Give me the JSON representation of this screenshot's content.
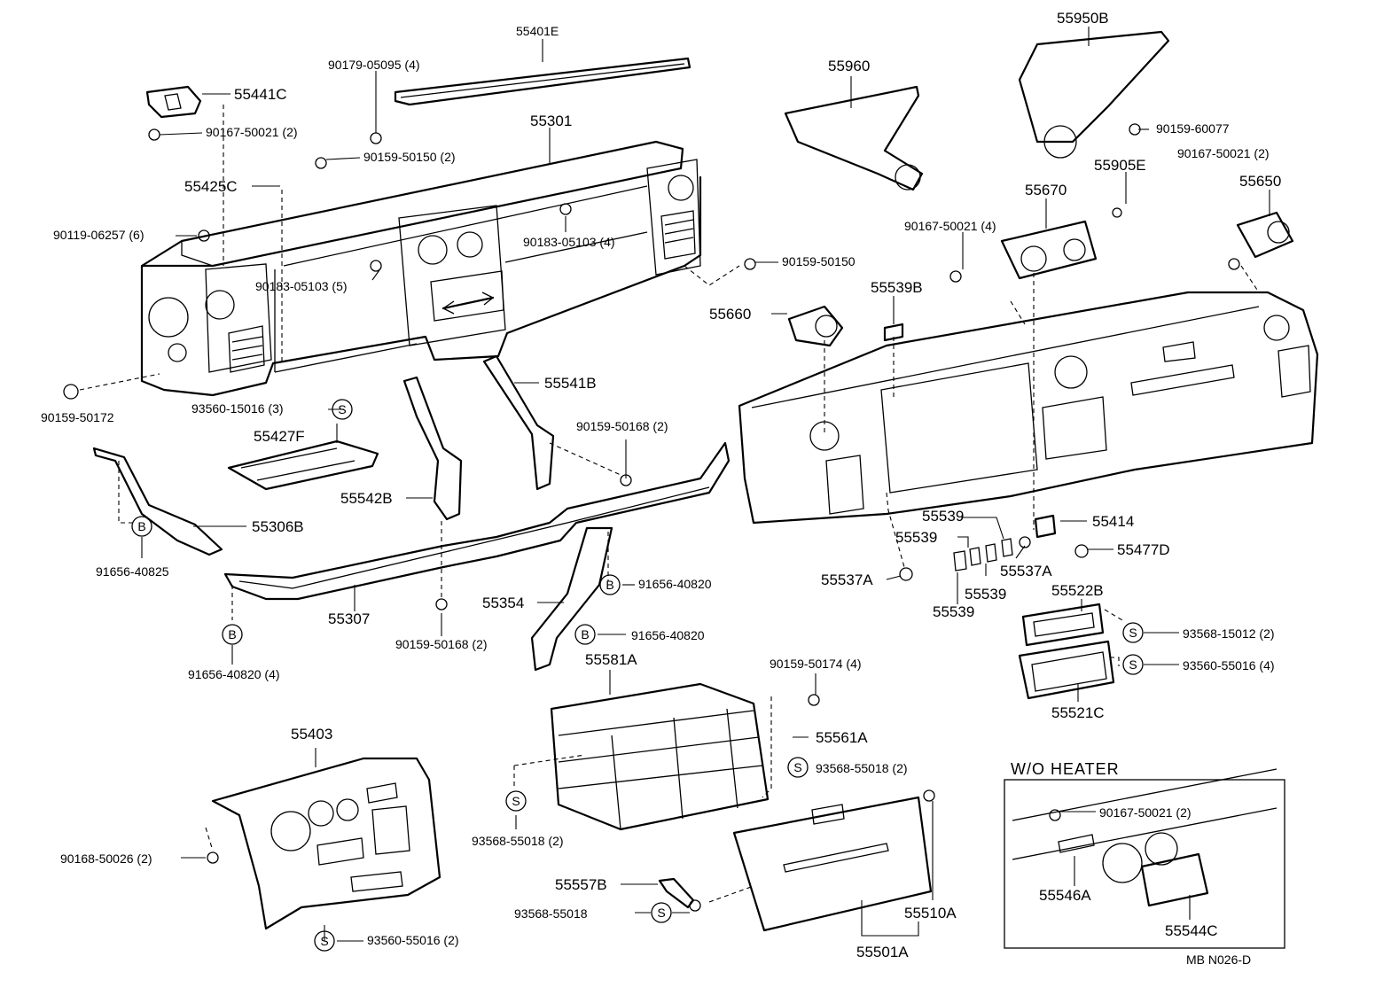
{
  "parts": {
    "p55401E": "55401E",
    "p90179_05095": "90179-05095 (4)",
    "p55441C": "55441C",
    "p90167_50021a": "90167-50021 (2)",
    "p55301": "55301",
    "p90159_50150a": "90159-50150 (2)",
    "p55425C": "55425C",
    "p90119_06257": "90119-06257 (6)",
    "p90183_05103a": "90183-05103 (4)",
    "p90183_05103b": "90183-05103 (5)",
    "p90159_50150b": "90159-50150",
    "p90159_50172": "90159-50172",
    "p93560_15016": "93560-15016 (3)",
    "p55427F": "55427F",
    "p55306B": "55306B",
    "p91656_40825": "91656-40825",
    "p55542B": "55542B",
    "p55541B": "55541B",
    "p90159_50168a": "90159-50168 (2)",
    "p55307": "55307",
    "p91656_40820a": "91656-40820 (4)",
    "p90159_50168b": "90159-50168 (2)",
    "p55354": "55354",
    "p91656_40820b": "91656-40820",
    "p91656_40820c": "91656-40820",
    "p55581A": "55581A",
    "p90159_50174": "90159-50174 (4)",
    "p55561A": "55561A",
    "p93568_55018a": "93568-55018 (2)",
    "p93568_55018b": "93568-55018 (2)",
    "p55403": "55403",
    "p90168_50026": "90168-50026 (2)",
    "p93560_55016a": "93560-55016 (2)",
    "p55557B": "55557B",
    "p93568_55018c": "93568-55018",
    "p55510A": "55510A",
    "p55501A": "55501A",
    "p55960": "55960",
    "p55950B": "55950B",
    "p90159_60077": "90159-60077",
    "p90167_50021b": "90167-50021 (2)",
    "p55650": "55650",
    "p55905E": "55905E",
    "p55670": "55670",
    "p90167_50021c": "90167-50021 (4)",
    "p55539B": "55539B",
    "p55660": "55660",
    "p55539a": "55539",
    "p55539b": "55539",
    "p55539c": "55539",
    "p55539d": "55539",
    "p55414": "55414",
    "p55477D": "55477D",
    "p55537Aa": "55537A",
    "p55537Ab": "55537A",
    "p55522B": "55522B",
    "p93568_15012": "93568-15012 (2)",
    "p93560_55016b": "93560-55016 (4)",
    "p55521C": "55521C",
    "p90167_50021d": "90167-50021 (2)",
    "p55546A": "55546A",
    "p55544C": "55544C"
  },
  "markers": {
    "s": "S",
    "b": "B"
  },
  "inset": {
    "title": "W/O  HEATER"
  },
  "code": "MB   N026-D"
}
